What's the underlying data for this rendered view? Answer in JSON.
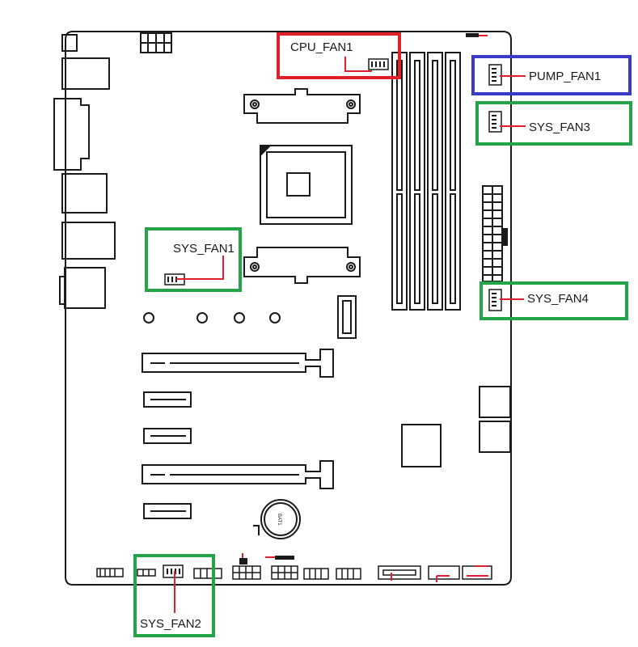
{
  "colors": {
    "outline": "#1a1a1a",
    "red": "#e0202a",
    "blue": "#3a3ac8",
    "green": "#22a447"
  },
  "board": {
    "battery_label": "BAT1"
  },
  "fan_headers": [
    {
      "id": "cpu-fan1",
      "label": "CPU_FAN1",
      "frame_color": "red"
    },
    {
      "id": "pump-fan1",
      "label": "PUMP_FAN1",
      "frame_color": "blue"
    },
    {
      "id": "sys-fan3",
      "label": "SYS_FAN3",
      "frame_color": "green"
    },
    {
      "id": "sys-fan1",
      "label": "SYS_FAN1",
      "frame_color": "green"
    },
    {
      "id": "sys-fan4",
      "label": "SYS_FAN4",
      "frame_color": "green"
    },
    {
      "id": "sys-fan2",
      "label": "SYS_FAN2",
      "frame_color": "green"
    }
  ]
}
